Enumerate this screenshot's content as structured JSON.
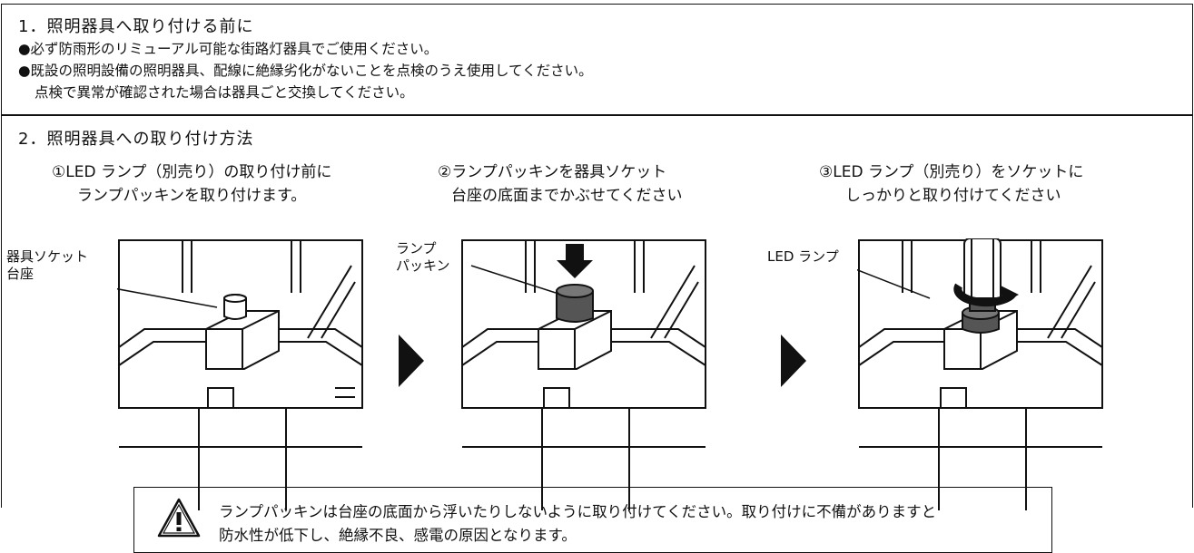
{
  "section1": {
    "heading": "1．照明器具へ取り付ける前に",
    "bullet1": "●必ず防雨形のリミューアル可能な街路灯器具でご使用ください。",
    "bullet2": "●既設の照明設備の照明器具、配線に絶縁劣化がないことを点検のうえ使用してください。",
    "bullet2_cont": "点検で異常が確認された場合は器具ごと交換してください。"
  },
  "section2": {
    "heading": "2．照明器具への取り付け方法",
    "steps": [
      {
        "line1": "①LED ランプ（別売り）の取り付け前に",
        "line2": "ランプパッキンを取り付けます。",
        "label_a": "器具ソケット",
        "label_b": "台座"
      },
      {
        "line1": "②ランプパッキンを器具ソケット",
        "line2": "台座の底面までかぶせてください",
        "label_a": "ランプ",
        "label_b": "パッキン"
      },
      {
        "line1": "③LED ランプ（別売り）をソケットに",
        "line2": "しっかりと取り付けてください",
        "label_a": "LED ランプ",
        "label_b": ""
      }
    ],
    "warning_line1": "ランプパッキンは台座の底面から浮いたりしないように取り付けてください。取り付けに不備がありますと",
    "warning_line2": "防水性が低下し、絶縁不良、感電の原因となります。",
    "icons": [
      "next-step-arrow-icon",
      "warning-triangle-icon"
    ]
  }
}
